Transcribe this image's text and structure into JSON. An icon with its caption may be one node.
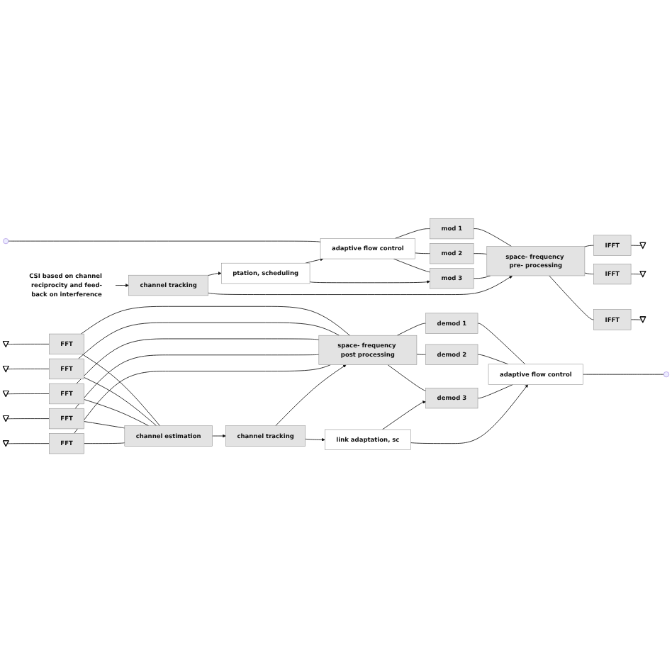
{
  "diagram": {
    "nodes": [
      {
        "text": [],
        "shape": "antenna"
      },
      {
        "text": [],
        "shape": "antenna"
      },
      {
        "text": [],
        "shape": "antenna"
      },
      {
        "text": [],
        "shape": "antenna"
      },
      {
        "text": [],
        "shape": "antenna"
      },
      {
        "text": [
          "FFT"
        ]
      },
      {
        "text": [
          "FFT"
        ]
      },
      {
        "text": [
          "FFT"
        ]
      },
      {
        "text": [
          "FFT"
        ]
      },
      {
        "text": [
          "FFT"
        ]
      },
      {
        "text": [
          "space- frequency post processing"
        ]
      },
      {
        "text": [
          "channel estimation"
        ]
      },
      {
        "text": [
          "channel tracking"
        ]
      },
      {
        "text": [
          "demod 1"
        ]
      },
      {
        "text": [
          "demod 2"
        ]
      },
      {
        "text": [
          "demod 3"
        ]
      },
      {
        "text": [
          "adaptive flow control"
        ]
      },
      {
        "text": [
          "link adaptation, sc"
        ]
      },
      {
        "text": [
          "adaptive flow control"
        ]
      },
      {
        "text": [
          "mod 1"
        ]
      },
      {
        "text": [
          "mod 2"
        ]
      },
      {
        "text": [
          "mod 3"
        ]
      },
      {
        "text": [
          "space- frequency pre- processing"
        ]
      },
      {
        "text": [
          "IFFT"
        ]
      },
      {
        "text": [
          "IFFT"
        ]
      },
      {
        "text": [
          "IFFT"
        ]
      },
      {
        "text": [],
        "shape": "antenna"
      },
      {
        "text": [],
        "shape": "antenna"
      },
      {
        "text": [],
        "shape": "antenna"
      },
      {
        "text": [
          "ptation, scheduling"
        ]
      },
      {
        "text": [
          "channel tracking"
        ]
      },
      {
        "text": [
          "CSI based on channel reciprocity and feed-back on interference"
        ]
      }
    ],
    "edges": [
      {
        "from": 0,
        "to": 5,
        "arrow": "none"
      },
      {
        "from": 1,
        "to": 6,
        "arrow": "none"
      },
      {
        "from": 2,
        "to": 7,
        "arrow": "none"
      },
      {
        "from": 3,
        "to": 8,
        "arrow": "none"
      },
      {
        "from": 4,
        "to": 9,
        "arrow": "none"
      },
      {
        "from": 5,
        "to": 10,
        "arrow": "none"
      },
      {
        "from": 6,
        "to": 10,
        "arrow": "none"
      },
      {
        "from": 7,
        "to": 10,
        "arrow": "none"
      },
      {
        "from": 8,
        "to": 10,
        "arrow": "none"
      },
      {
        "from": 9,
        "to": 10,
        "arrow": "none"
      },
      {
        "from": 5,
        "to": 11,
        "arrow": "none"
      },
      {
        "from": 6,
        "to": 11,
        "arrow": "none"
      },
      {
        "from": 7,
        "to": 11,
        "arrow": "none"
      },
      {
        "from": 8,
        "to": 11,
        "arrow": "none"
      },
      {
        "from": 9,
        "to": 11,
        "arrow": "none"
      },
      {
        "from": 11,
        "to": 12,
        "arrow": "to"
      },
      {
        "from": 12,
        "to": 10,
        "arrow": "to"
      },
      {
        "from": 12,
        "to": 17,
        "arrow": "to"
      },
      {
        "from": 10,
        "to": 13,
        "arrow": "none"
      },
      {
        "from": 10,
        "to": 14,
        "arrow": "none"
      },
      {
        "from": 10,
        "to": 15,
        "arrow": "none"
      },
      {
        "from": 13,
        "to": 16,
        "arrow": "none"
      },
      {
        "from": 14,
        "to": 16,
        "arrow": "none"
      },
      {
        "from": 15,
        "to": 16,
        "arrow": "none"
      },
      {
        "from": 17,
        "to": 15,
        "arrow": "to"
      },
      {
        "from": 17,
        "to": 16,
        "arrow": "to"
      },
      {
        "from": 16,
        "to": null,
        "arrow": "none"
      },
      {
        "from": null,
        "to": 18,
        "arrow": "none"
      },
      {
        "from": 18,
        "to": 19,
        "arrow": "none"
      },
      {
        "from": 18,
        "to": 20,
        "arrow": "none"
      },
      {
        "from": 18,
        "to": 21,
        "arrow": "none"
      },
      {
        "from": 19,
        "to": 22,
        "arrow": "none"
      },
      {
        "from": 20,
        "to": 22,
        "arrow": "none"
      },
      {
        "from": 21,
        "to": 22,
        "arrow": "none"
      },
      {
        "from": 22,
        "to": 23,
        "arrow": "none"
      },
      {
        "from": 22,
        "to": 24,
        "arrow": "none"
      },
      {
        "from": 22,
        "to": 25,
        "arrow": "none"
      },
      {
        "from": 23,
        "to": 26,
        "arrow": "none"
      },
      {
        "from": 24,
        "to": 27,
        "arrow": "none"
      },
      {
        "from": 25,
        "to": 28,
        "arrow": "none"
      },
      {
        "from": 29,
        "to": 18,
        "arrow": "to"
      },
      {
        "from": 29,
        "to": 21,
        "arrow": "to"
      },
      {
        "from": 30,
        "to": 22,
        "arrow": "to"
      },
      {
        "from": 30,
        "to": 29,
        "arrow": "to"
      },
      {
        "from": 31,
        "to": 30,
        "arrow": "to"
      }
    ]
  }
}
